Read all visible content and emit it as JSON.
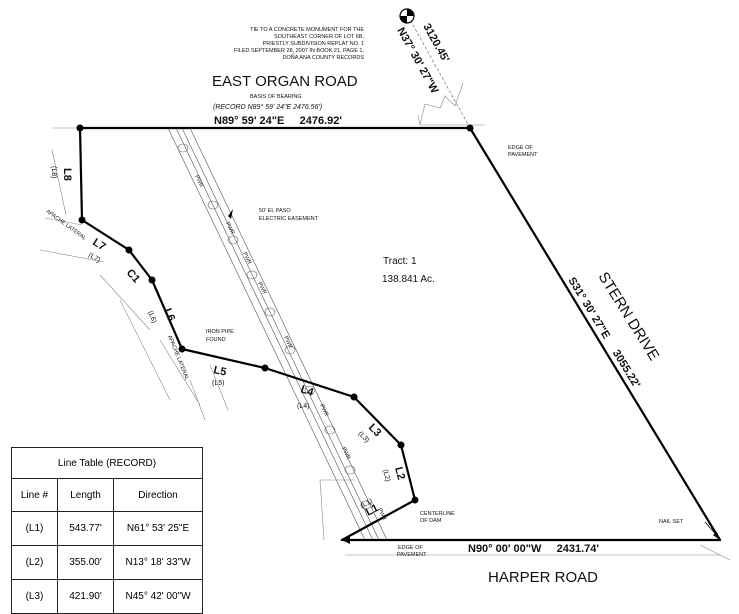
{
  "map": {
    "roads": {
      "north": "EAST ORGAN ROAD",
      "east": "STERN DRIVE",
      "south": "HARPER ROAD"
    },
    "basis": {
      "title": "BASIS OF BEARING",
      "record": "(RECORD N89° 59' 24\"E    2476.56')"
    },
    "bearings": {
      "north": "N89° 59' 24\"E     2476.92'",
      "east": "S31° 30' 27\"E     3055.22'",
      "south": "N90° 00' 00\"W     2431.74'",
      "tie": "N37° 30' 27\"W",
      "tie_dist": "3120.45'"
    },
    "tie_note": [
      "TIE TO A CONCRETE MONUMENT FOR THE",
      "SOUTHEAST CORNER OF LOT 6B,",
      "PRIESTLY SUBDIVISION REPLAT NO. 1",
      "FILED SEPTEMBER 28, 2007 IN BOOK 21, PAGE 1,",
      "DOÑA ANA COUNTY RECORDS"
    ],
    "tract": {
      "name": "Tract: 1",
      "area": "138.841 Ac."
    },
    "notes": {
      "edge_pavement_ne": [
        "EDGE OF",
        "PAVEMENT"
      ],
      "easement": [
        "50' EL PASO",
        "ELECTRIC EASEMENT"
      ],
      "iron_pipe": [
        "IRON PIPE",
        "FOUND"
      ],
      "centerline_dam": [
        "CENTERLINE",
        "OF DAM"
      ],
      "nail_set": "NAIL SET",
      "edge_pavement_s": [
        "EDGE OF",
        "PAVEMENT"
      ],
      "apache_lateral_1": "APACHE LATERAL",
      "apache_lateral_2": "APACHE LATERAL",
      "pwr": "PWR"
    },
    "segments": {
      "L8": "L8",
      "L8r": "(L8)",
      "L7": "L7",
      "L7r": "(L7)",
      "C1": "C1",
      "L6": "L6",
      "L6r": "(L6)",
      "L5": "L5",
      "L5r": "(L5)",
      "L4": "L4",
      "L4r": "(L4)",
      "L3": "L3",
      "L3r": "(L3)",
      "L2": "L2",
      "L2r": "(L2)",
      "L1": "L1",
      "L1r": "(L1)"
    }
  },
  "line_table": {
    "title": "Line Table (RECORD)",
    "headers": [
      "Line #",
      "Length",
      "Direction"
    ],
    "rows": [
      [
        "(L1)",
        "543.77'",
        "N61° 53' 25\"E"
      ],
      [
        "(L2)",
        "355.00'",
        "N13° 18' 33\"W"
      ],
      [
        "(L3)",
        "421.90'",
        "N45° 42' 00\"W"
      ]
    ]
  }
}
